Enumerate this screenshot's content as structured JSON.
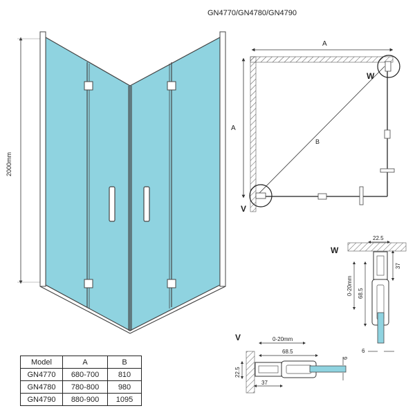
{
  "title": "GN4770/GN4780/GN4790",
  "height_label": "2000mm",
  "plan": {
    "label_a_top": "A",
    "label_a_side": "A",
    "label_b": "B",
    "label_w": "W",
    "label_v": "V"
  },
  "detail_w": {
    "label": "W",
    "dims": {
      "width": "22.5",
      "depth": "37",
      "adjust": "0-20mm",
      "height": "68.5",
      "glass": "6"
    }
  },
  "detail_v": {
    "label": "V",
    "dims": {
      "adjust": "0-20mm",
      "length": "68.5",
      "height": "22.5",
      "depth": "37",
      "glass": "6"
    }
  },
  "table": {
    "headers": [
      "Model",
      "A",
      "B"
    ],
    "rows": [
      [
        "GN4770",
        "680-700",
        "810"
      ],
      [
        "GN4780",
        "780-800",
        "980"
      ],
      [
        "GN4790",
        "880-900",
        "1095"
      ]
    ]
  },
  "colors": {
    "glass": "#8fd3e0",
    "frame": "#444444",
    "accent_line": "#666666"
  }
}
